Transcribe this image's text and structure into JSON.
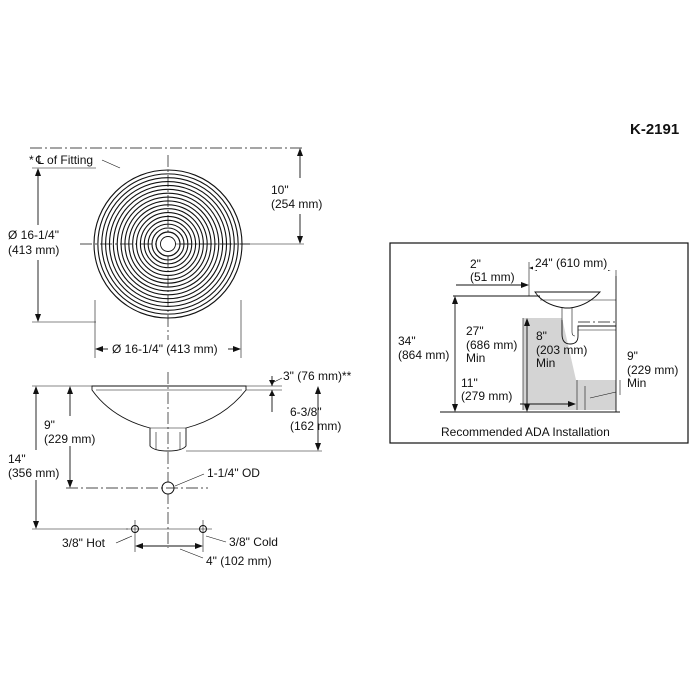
{
  "model_number": "K-2191",
  "top_view": {
    "fitting_label": "℄ of Fitting",
    "fitting_prefix": "*",
    "diameter_vertical": "Ø 16-1/4\"",
    "diameter_vertical_mm": "(413 mm)",
    "diameter_horizontal": "Ø 16-1/4\" (413 mm)",
    "depth_label": "10\"",
    "depth_label_mm": "(254 mm)"
  },
  "side_view": {
    "rim_height": "3\" (76 mm)**",
    "bowl_depth": "6-3/8\"",
    "bowl_depth_mm": "(162 mm)",
    "drain_height": "9\"",
    "drain_height_mm": "(229 mm)",
    "total_height": "14\"",
    "total_height_mm": "(356 mm)",
    "outlet": "1-1/4\" OD",
    "hot": "3/8\" Hot",
    "cold": "3/8\" Cold",
    "spacing": "4\" (102 mm)"
  },
  "ada_panel": {
    "caption": "Recommended ADA Installation",
    "offset": "2\"",
    "offset_mm": "(51 mm)",
    "width": "24\" (610 mm)",
    "counter_height": "34\"",
    "counter_height_mm": "(864 mm)",
    "knee_height": "27\"",
    "knee_height_mm": "(686 mm)",
    "knee_min": "Min",
    "knee_depth": "8\"",
    "knee_depth_mm": "(203 mm)",
    "knee_depth_min": "Min",
    "toe_depth": "11\"",
    "toe_depth_mm": "(279 mm)",
    "toe_height": "9\"",
    "toe_height_mm": "(229 mm)",
    "toe_min": "Min"
  }
}
